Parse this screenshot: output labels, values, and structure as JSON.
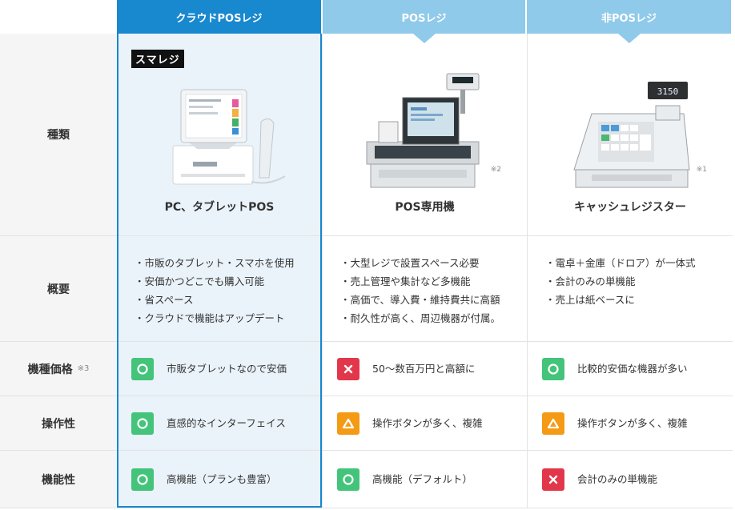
{
  "columns": [
    {
      "header": "クラウドPOSレジ"
    },
    {
      "header": "POSレジ"
    },
    {
      "header": "非POSレジ"
    }
  ],
  "rows": [
    {
      "label": "種類"
    },
    {
      "label": "概要"
    },
    {
      "label": "機種価格",
      "note": "※3"
    },
    {
      "label": "操作性"
    },
    {
      "label": "機能性"
    }
  ],
  "products": [
    {
      "name": "PC、タブレットPOS",
      "brand": "スマレジ",
      "footnote": ""
    },
    {
      "name": "POS専用機",
      "footnote": "※2"
    },
    {
      "name": "キャッシュレジスター",
      "footnote": "※1",
      "display_digits": "3150"
    }
  ],
  "overview": [
    [
      "・市販のタブレット・スマホを使用",
      "・安価かつどこでも購入可能",
      "・省スペース",
      "・クラウドで機能はアップデート"
    ],
    [
      "・大型レジで設置スペース必要",
      "・売上管理や集計など多機能",
      "・高価で、導入費・維持費共に高額",
      "・耐久性が高く、周辺機器が付属。"
    ],
    [
      "・電卓＋金庫（ドロア）が一体式",
      "・会計のみの単機能",
      "・売上は紙ベースに"
    ]
  ],
  "price": [
    {
      "rating": "good",
      "text": "市販タブレットなので安価"
    },
    {
      "rating": "bad",
      "text": "50～数百万円と高額に"
    },
    {
      "rating": "good",
      "text": "比較的安価な機器が多い"
    }
  ],
  "usability": [
    {
      "rating": "good",
      "text": "直感的なインターフェイス"
    },
    {
      "rating": "fair",
      "text": "操作ボタンが多く、複雑"
    },
    {
      "rating": "fair",
      "text": "操作ボタンが多く、複雑"
    }
  ],
  "functionality": [
    {
      "rating": "good",
      "text": "高機能（プランも豊富）"
    },
    {
      "rating": "good",
      "text": "高機能（デフォルト）"
    },
    {
      "rating": "bad",
      "text": "会計のみの単機能"
    }
  ],
  "colors": {
    "primary": "#1888cf",
    "secondary": "#8fcaea",
    "good": "#43c47a",
    "bad": "#e2374a",
    "fair": "#f49a14"
  },
  "icons": {
    "good": "circle-icon",
    "bad": "cross-icon",
    "fair": "triangle-icon"
  }
}
